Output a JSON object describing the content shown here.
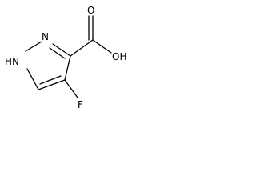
{
  "structure": {
    "atoms": {
      "n2": "N",
      "n1h": "HN",
      "oh": "OH",
      "o": "O",
      "f": "F"
    }
  }
}
